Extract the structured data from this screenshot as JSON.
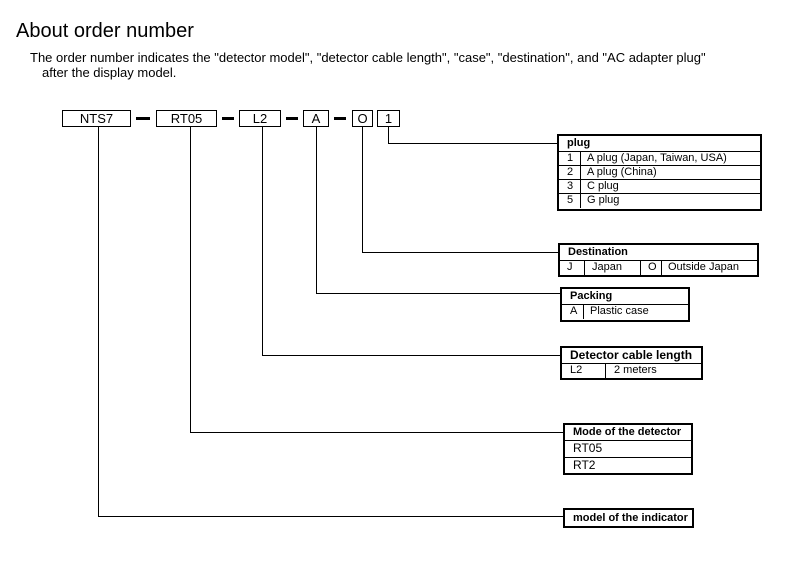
{
  "page": {
    "title": "About order number",
    "intro_line1": "The order number indicates the \"detector model\", \"detector cable length\", \"case\", \"destination\", and \"AC adapter plug\"",
    "intro_line2": "after the display model."
  },
  "order_code": {
    "segments": [
      "NTS7",
      "RT05",
      "L2",
      "A",
      "O",
      "1"
    ]
  },
  "tables": {
    "plug": {
      "title": "plug",
      "rows": [
        {
          "code": "1",
          "desc": "A plug (Japan, Taiwan, USA)"
        },
        {
          "code": "2",
          "desc": "A plug (China)"
        },
        {
          "code": "3",
          "desc": "C plug"
        },
        {
          "code": "5",
          "desc": "G plug"
        }
      ]
    },
    "destination": {
      "title": "Destination",
      "code1": "J",
      "desc1": "Japan",
      "code2": "O",
      "desc2": "Outside Japan"
    },
    "packing": {
      "title": "Packing",
      "code": "A",
      "desc": "Plastic case"
    },
    "cable": {
      "title": "Detector cable length",
      "code": "L2",
      "desc": "2 meters"
    },
    "detector": {
      "title": "Mode of the detector",
      "items": [
        "RT05",
        "RT2"
      ]
    },
    "indicator": {
      "title": "model of the indicator"
    }
  }
}
